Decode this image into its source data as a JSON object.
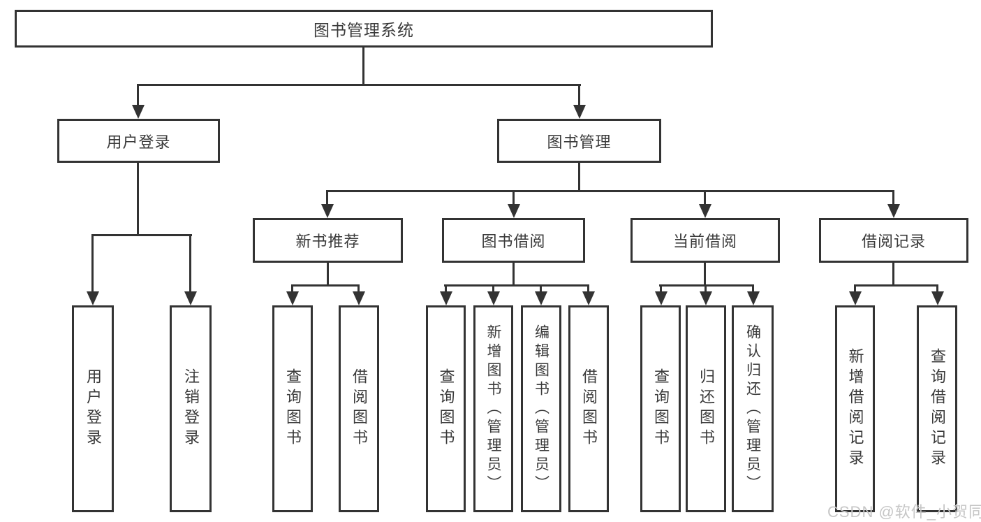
{
  "diagram": {
    "title": "图书管理系统",
    "branches": [
      {
        "label": "用户登录",
        "children": [
          {
            "label": "用户登录"
          },
          {
            "label": "注销登录"
          }
        ]
      },
      {
        "label": "图书管理",
        "children": [
          {
            "label": "新书推荐",
            "children": [
              {
                "label": "查询图书"
              },
              {
                "label": "借阅图书"
              }
            ]
          },
          {
            "label": "图书借阅",
            "children": [
              {
                "label": "查询图书"
              },
              {
                "label": "新增图书（管理员）"
              },
              {
                "label": "编辑图书（管理员）"
              },
              {
                "label": "借阅图书"
              }
            ]
          },
          {
            "label": "当前借阅",
            "children": [
              {
                "label": "查询图书"
              },
              {
                "label": "归还图书"
              },
              {
                "label": "确认归还（管理员）"
              }
            ]
          },
          {
            "label": "借阅记录",
            "children": [
              {
                "label": "新增借阅记录"
              },
              {
                "label": "查询借阅记录"
              }
            ]
          }
        ]
      }
    ]
  },
  "watermark": {
    "text": "CSDN @软件_小贺同学"
  },
  "colors": {
    "line": "#333333",
    "text": "#3a3a3a",
    "background": "#ffffff",
    "watermark": "#c6c6c6"
  }
}
